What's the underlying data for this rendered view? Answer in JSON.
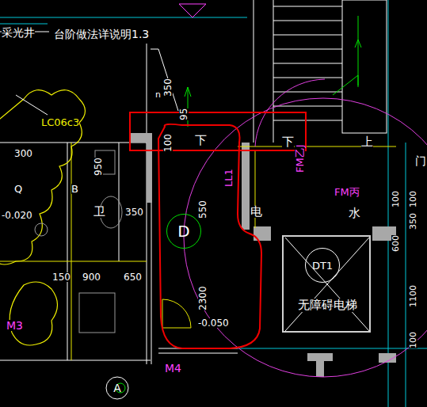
{
  "diagram": {
    "nodes": [
      {
        "text": [
          "无障碍电梯"
        ]
      },
      {
        "text": [
          "DT1"
        ],
        "in": 0
      },
      {
        "text": [
          "D"
        ]
      },
      {
        "text": [
          "A"
        ]
      }
    ],
    "labels": [
      "采光井",
      "台阶做法详说明1.3",
      "350",
      "n",
      "95",
      "100",
      "下",
      "下",
      "上",
      "LC06c3",
      "300",
      "950",
      "Q",
      "B",
      "卫",
      "350",
      "-0.020",
      "150",
      "900",
      "650",
      "M3",
      "M4",
      "550",
      "2300",
      "-0.050",
      "LL1",
      "FM乙J",
      "电",
      "水",
      "FM丙",
      "门",
      "100",
      "100",
      "600",
      "350",
      "1100",
      "100"
    ]
  }
}
